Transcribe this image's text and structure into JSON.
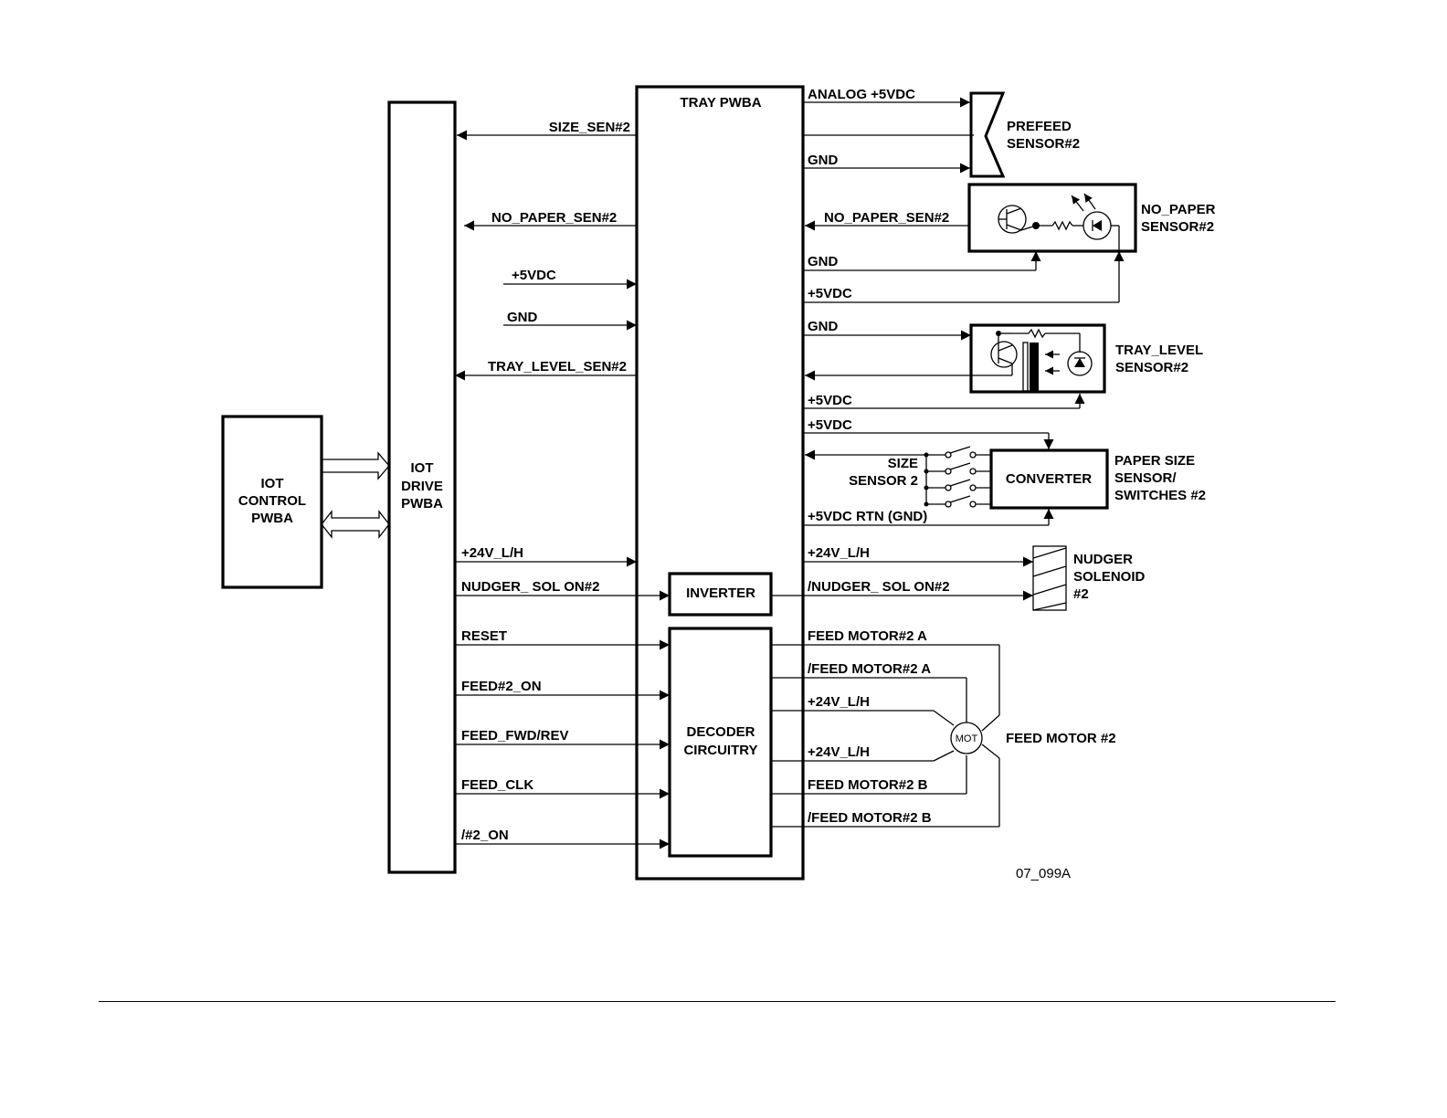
{
  "blocks": {
    "iot_control": [
      "IOT",
      "CONTROL",
      "PWBA"
    ],
    "iot_drive": [
      "IOT",
      "DRIVE",
      "PWBA"
    ],
    "tray_pwba": "TRAY PWBA",
    "inverter": "INVERTER",
    "decoder": [
      "DECODER",
      "CIRCUITRY"
    ],
    "converter": "CONVERTER"
  },
  "left_signals": {
    "size_sen": "SIZE_SEN#2",
    "no_paper_sen": "NO_PAPER_SEN#2",
    "p5vdc": "+5VDC",
    "gnd": "GND",
    "tray_level_sen": "TRAY_LEVEL_SEN#2",
    "p24v": "+24V_L/H",
    "nudger_sol_on": "NUDGER_ SOL ON#2",
    "reset": "RESET",
    "feed_on": "FEED#2_ON",
    "feed_fwd_rev": "FEED_FWD/REV",
    "feed_clk": "FEED_CLK",
    "n2_on": "/#2_ON"
  },
  "right_signals": {
    "analog_5vdc": "ANALOG +5VDC",
    "gnd_prefeed": "GND",
    "no_paper_sen": "NO_PAPER_SEN#2",
    "gnd_no_paper": "GND",
    "p5vdc_no_paper": "+5VDC",
    "gnd_tray_level": "GND",
    "p5vdc_tray_level": "+5VDC",
    "p5vdc_paper_size": "+5VDC",
    "size_sensor": [
      "SIZE",
      "SENSOR 2"
    ],
    "p5vdc_rtn": "+5VDC RTN (GND)",
    "p24v_nudger": "+24V_L/H",
    "nudger_sol_on_n": "/NUDGER_ SOL ON#2",
    "feed_motor_a": "FEED MOTOR#2 A",
    "feed_motor_a_n": "/FEED MOTOR#2 A",
    "p24v_motor_1": "+24V_L/H",
    "p24v_motor_2": "+24V_L/H",
    "feed_motor_b": "FEED MOTOR#2 B",
    "feed_motor_b_n": "/FEED MOTOR#2 B"
  },
  "components": {
    "prefeed_sensor": [
      "PREFEED",
      "SENSOR#2"
    ],
    "no_paper_sensor": [
      "NO_PAPER",
      "SENSOR#2"
    ],
    "tray_level_sensor": [
      "TRAY_LEVEL",
      "SENSOR#2"
    ],
    "paper_size_sensor": [
      "PAPER SIZE",
      "SENSOR/",
      "SWITCHES #2"
    ],
    "nudger_solenoid": [
      "NUDGER",
      "SOLENOID",
      "#2"
    ],
    "motor_symbol": "MOT",
    "feed_motor": "FEED MOTOR #2"
  },
  "figure_id": "07_099A"
}
